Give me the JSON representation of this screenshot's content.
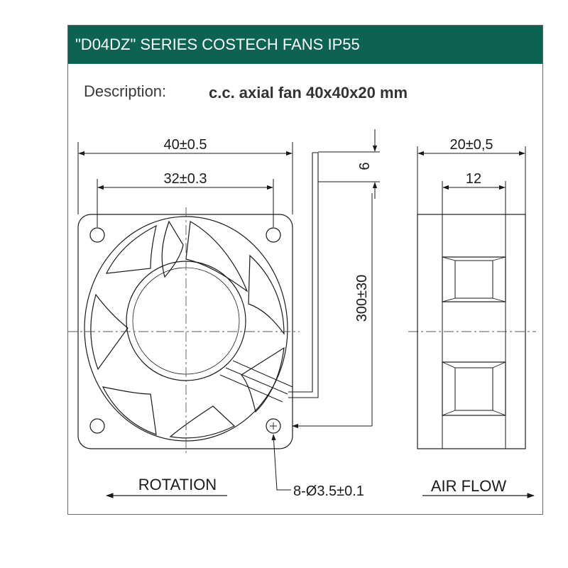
{
  "header": {
    "title": "\"D04DZ\" SERIES COSTECH FANS IP55"
  },
  "description": {
    "label": "Description:",
    "value": "c.c. axial fan 40x40x20 mm"
  },
  "dimensions": {
    "width": "40±0.5",
    "hole_spacing": "32±0.3",
    "depth": "20±0,5",
    "inner_depth": "12",
    "wire_offset": "6",
    "wire_length": "300±30",
    "holes": "8-Ø3.5±0.1"
  },
  "labels": {
    "rotation": "ROTATION",
    "air_flow": "AIR FLOW"
  },
  "colors": {
    "header_bg": "#0d6352",
    "header_text": "#ffffff",
    "line": "#1a1a1a"
  }
}
